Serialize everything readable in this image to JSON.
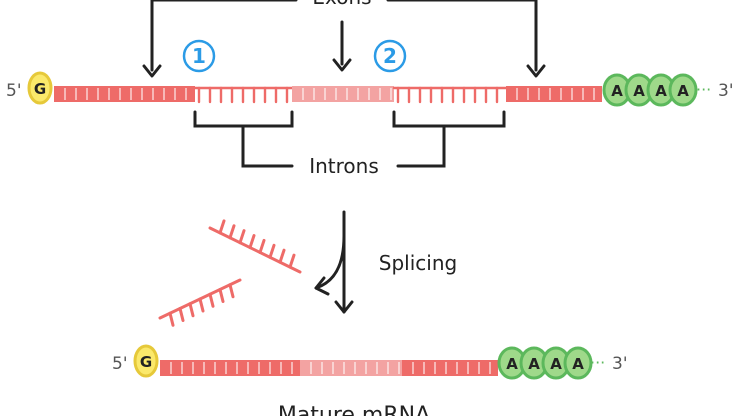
{
  "labels": {
    "exons": "Exons",
    "introns": "Introns",
    "splicing": "Splicing",
    "mature_mrna": "Mature mRNA",
    "exon_marker_1": "1",
    "exon_marker_2": "2"
  },
  "pre_mrna": {
    "five_prime": "5'",
    "cap": "G",
    "three_prime": "3'",
    "tail": [
      "A",
      "A",
      "A",
      "A"
    ],
    "tail_dots": "···"
  },
  "mature": {
    "five_prime": "5'",
    "cap": "G",
    "three_prime": "3'",
    "tail": [
      "A",
      "A",
      "A",
      "A"
    ],
    "tail_dots": "···"
  },
  "colors": {
    "exon": "#ee6b68",
    "exon_light": "#f3a3a2",
    "intron": "#ee6b68",
    "cap_fill": "#fbe96b",
    "cap_stroke": "#e6c93a",
    "tail_fill": "#9fd98a",
    "tail_stroke": "#5cb85c",
    "marker": "#2b9be6",
    "line": "#222222"
  }
}
